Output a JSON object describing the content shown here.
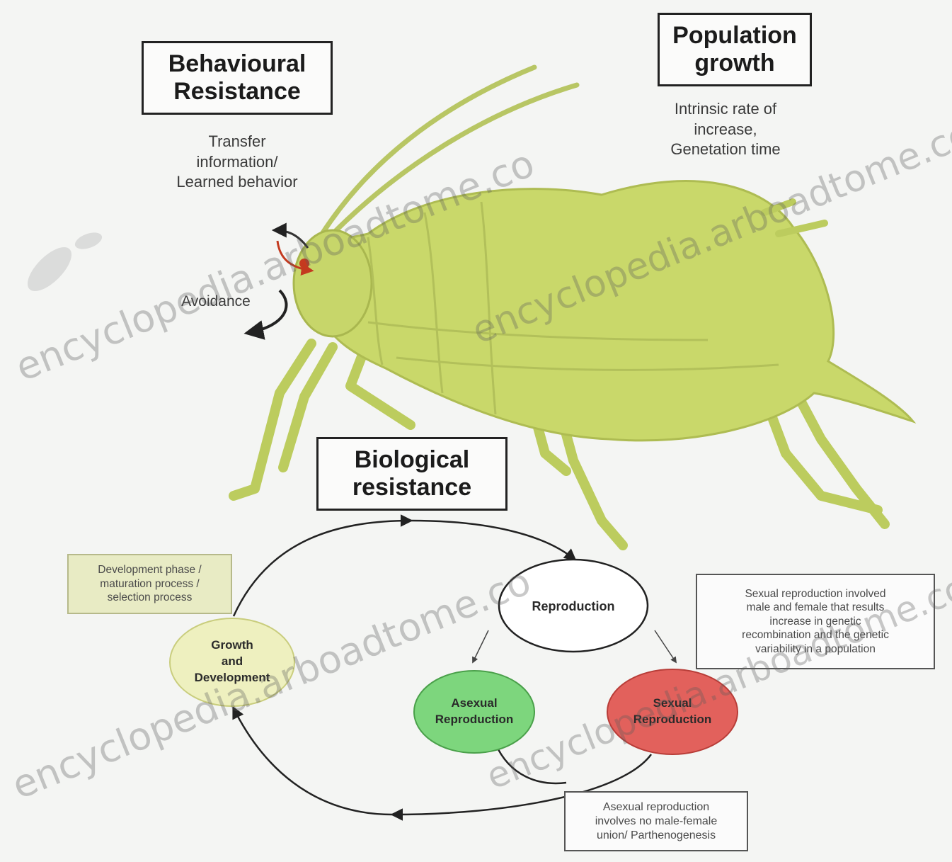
{
  "titles": {
    "behavioural": [
      "Behavioural",
      "Resistance"
    ],
    "population": [
      "Population",
      "growth"
    ],
    "biological": [
      "Biological",
      "resistance"
    ]
  },
  "notes": {
    "transfer": [
      "Transfer",
      "information/",
      "Learned behavior"
    ],
    "population_factors": [
      "Intrinsic rate of",
      "increase,",
      "Genetation time"
    ],
    "avoidance": "Avoidance"
  },
  "cycle": {
    "development_box": [
      "Development phase /",
      "maturation process /",
      "selection process"
    ],
    "growth": [
      "Growth",
      "and",
      "Development"
    ],
    "reproduction": "Reproduction",
    "asexual": [
      "Asexual",
      "Reproduction"
    ],
    "sexual": [
      "Sexual",
      "Reproduction"
    ],
    "sexual_note": [
      "Sexual reproduction involved",
      "male and female that results",
      "increase in genetic",
      "recombination and the genetic",
      "variability in a population"
    ],
    "asexual_note": [
      "Asexual reproduction",
      "involves no male-female",
      "union/ Parthenogenesis"
    ]
  },
  "watermark": "encyclopedia.arboadtome.co",
  "colors": {
    "aphid_body": "#c9d86a",
    "growth_fill": "#eef0bf",
    "asexual_fill": "#7dd67d",
    "sexual_fill": "#e2615c",
    "dev_box_fill": "#e8ebc4"
  }
}
